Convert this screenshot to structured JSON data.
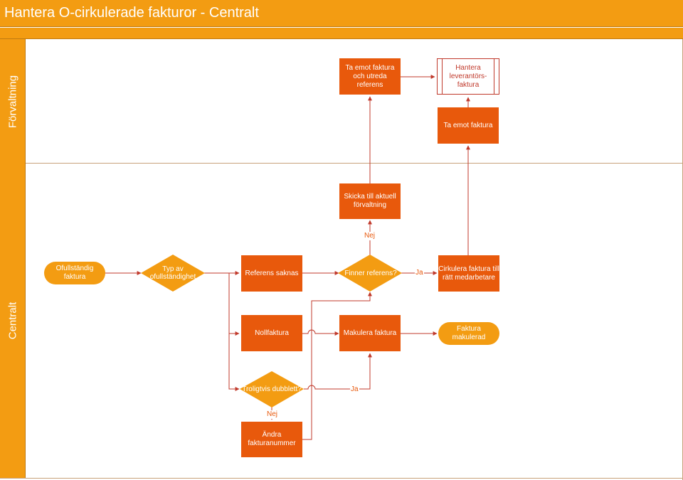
{
  "title": "Hantera O-cirkulerade fakturor - Centralt",
  "lanes": {
    "forvaltning": "Förvaltning",
    "centralt": "Centralt"
  },
  "nodes": {
    "ta_emot_utreda": "Ta emot faktura och utreda referens",
    "hantera_leverantor": "Hantera leverantörs-faktura",
    "ta_emot_faktura": "Ta emot faktura",
    "skicka_forvaltning": "Skicka till aktuell förvaltning",
    "ofullstandig": "Ofullständig faktura",
    "typ_av": "Typ av ofullständighet",
    "referens_saknas": "Referens saknas",
    "finner_referens": "Finner referens?",
    "cirkulera": "Cirkulera faktura till rätt medarbetare",
    "nollfaktura": "Nollfaktura",
    "makulera": "Makulera faktura",
    "faktura_makulerad": "Faktura makulerad",
    "troligtvis_dubblett": "Troligtvis dubblett?",
    "andra_fakturanummer": "Ändra fakturanummer"
  },
  "labels": {
    "nej_top": "Nej",
    "ja_right": "Ja",
    "ja_bottom": "Ja",
    "nej_bottom": "Nej"
  },
  "colors": {
    "header": "#F39C12",
    "process": "#E8590C",
    "decision": "#F39C12",
    "terminator": "#F39C12",
    "connector": "#C0392B"
  }
}
